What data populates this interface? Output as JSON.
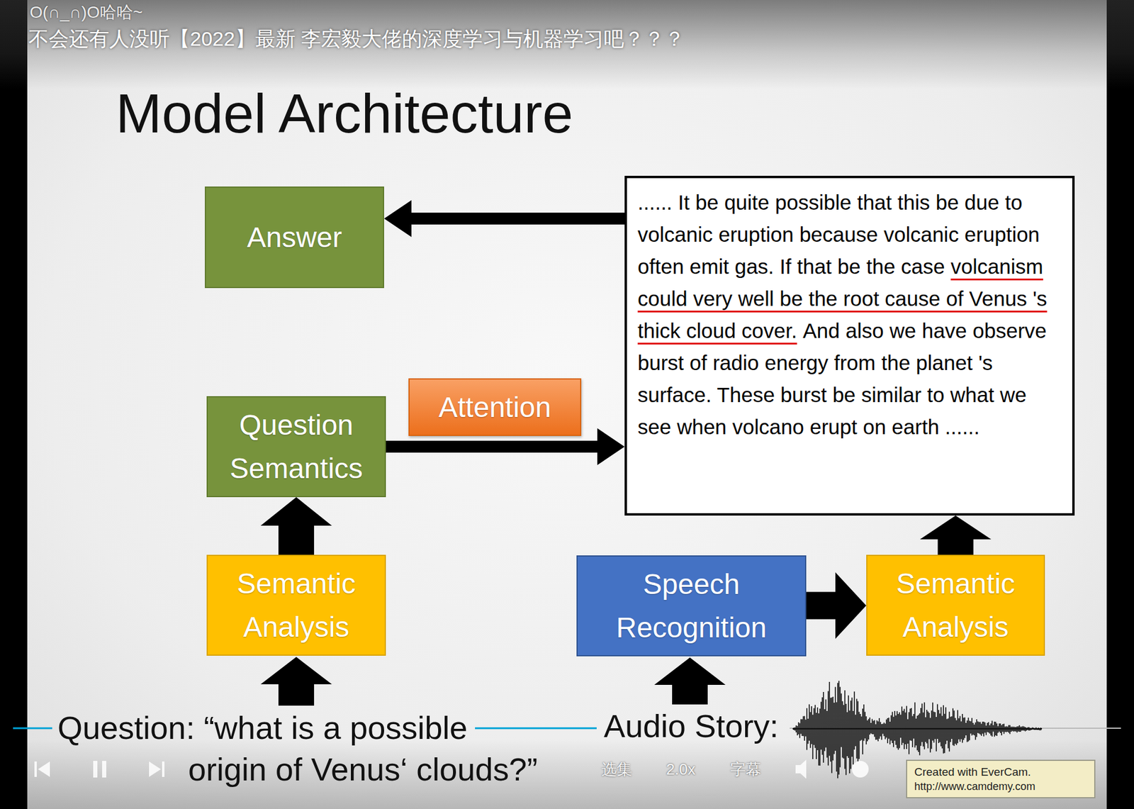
{
  "diagram": {
    "title": "Model Architecture",
    "nodes": [
      {
        "text": [
          "Answer"
        ]
      },
      {
        "text": [
          "...... It be quite possible that this be due to volcanic eruption because volcanic eruption often emit gas. If that be the case",
          "volcanism could very well be the root cause of Venus 's thick cloud cover.",
          "And also we have observe burst of radio energy from the planet 's surface. These burst be similar to what we see when volcano erupt on earth ......"
        ]
      },
      {
        "text": [
          "Attention"
        ]
      },
      {
        "text": [
          "Question Semantics"
        ]
      },
      {
        "text": [
          "Semantic Analysis"
        ]
      },
      {
        "text": [
          "Speech Recognition"
        ]
      },
      {
        "text": [
          "Semantic Analysis"
        ]
      },
      {
        "text": [
          "Created with EverCam.",
          "http://www.camdemy.com"
        ]
      }
    ],
    "edges": [
      {
        "from": 1,
        "to": 0,
        "arrow": "to"
      },
      {
        "from": 3,
        "to": 1,
        "arrow": "to"
      },
      {
        "from": 4,
        "to": 3,
        "arrow": "to"
      },
      {
        "from": 5,
        "to": 6,
        "arrow": "to"
      },
      {
        "from": 6,
        "to": 1,
        "arrow": "to"
      }
    ],
    "labels": [
      "O(∩_∩)O哈哈~",
      "不会还有人没听【2022】最新 李宏毅大佬的深度学习与机器学习吧？？？",
      "Question: “what is a possible origin of Venus‘ clouds?”",
      "Audio Story:",
      "选集",
      "2.0x",
      "字幕"
    ]
  }
}
